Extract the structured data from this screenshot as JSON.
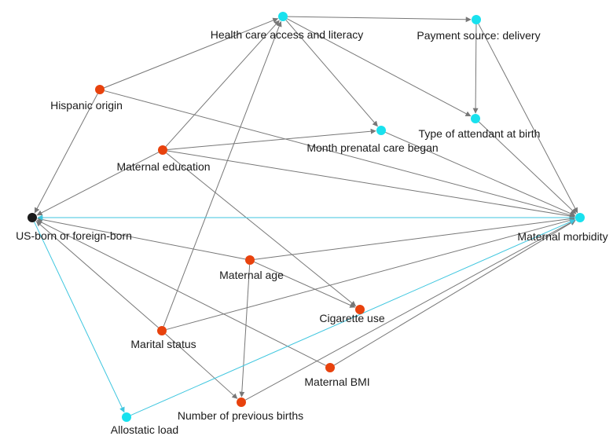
{
  "diagram": {
    "colors": {
      "exposure": "#1b1b1b",
      "ancestor": "#e8420d",
      "mediator": "#19e1ee",
      "edge_default": "#777777",
      "edge_highlight": "#3ec6df"
    },
    "nodes": [
      {
        "id": "hcal",
        "label": "Health care access and literacy",
        "kind": "mediator"
      },
      {
        "id": "pay",
        "label": "Payment source: delivery",
        "kind": "mediator"
      },
      {
        "id": "hisp",
        "label": "Hispanic origin",
        "kind": "ancestor"
      },
      {
        "id": "toa",
        "label": "Type of attendant at birth",
        "kind": "mediator"
      },
      {
        "id": "mpc",
        "label": "Month prenatal care began",
        "kind": "mediator"
      },
      {
        "id": "medu",
        "label": "Maternal education",
        "kind": "ancestor"
      },
      {
        "id": "usb",
        "label": "US-born or foreign-born",
        "kind": "exposure"
      },
      {
        "id": "mm",
        "label": "Maternal morbidity",
        "kind": "mediator"
      },
      {
        "id": "mage",
        "label": "Maternal age",
        "kind": "ancestor"
      },
      {
        "id": "cig",
        "label": "Cigarette use",
        "kind": "ancestor"
      },
      {
        "id": "mar",
        "label": "Marital status",
        "kind": "ancestor"
      },
      {
        "id": "bmi",
        "label": "Maternal BMI",
        "kind": "ancestor"
      },
      {
        "id": "npb",
        "label": "Number of previous births",
        "kind": "ancestor"
      },
      {
        "id": "allo",
        "label": "Allostatic load",
        "kind": "mediator"
      }
    ],
    "edges": [
      {
        "from": "hcal",
        "to": "pay",
        "style": "gray"
      },
      {
        "from": "hcal",
        "to": "toa",
        "style": "gray"
      },
      {
        "from": "hcal",
        "to": "mpc",
        "style": "gray"
      },
      {
        "from": "pay",
        "to": "toa",
        "style": "gray"
      },
      {
        "from": "pay",
        "to": "mm",
        "style": "gray"
      },
      {
        "from": "toa",
        "to": "mm",
        "style": "gray"
      },
      {
        "from": "mpc",
        "to": "mm",
        "style": "gray"
      },
      {
        "from": "hisp",
        "to": "hcal",
        "style": "gray"
      },
      {
        "from": "hisp",
        "to": "usb",
        "style": "gray"
      },
      {
        "from": "hisp",
        "to": "mm",
        "style": "gray"
      },
      {
        "from": "medu",
        "to": "hcal",
        "style": "gray"
      },
      {
        "from": "medu",
        "to": "mpc",
        "style": "gray"
      },
      {
        "from": "medu",
        "to": "usb",
        "style": "gray"
      },
      {
        "from": "medu",
        "to": "mm",
        "style": "gray"
      },
      {
        "from": "medu",
        "to": "cig",
        "style": "gray"
      },
      {
        "from": "mage",
        "to": "usb",
        "style": "gray"
      },
      {
        "from": "mage",
        "to": "mm",
        "style": "gray"
      },
      {
        "from": "mage",
        "to": "cig",
        "style": "gray"
      },
      {
        "from": "mage",
        "to": "npb",
        "style": "gray"
      },
      {
        "from": "mar",
        "to": "usb",
        "style": "gray"
      },
      {
        "from": "mar",
        "to": "hcal",
        "style": "gray"
      },
      {
        "from": "mar",
        "to": "mm",
        "style": "gray"
      },
      {
        "from": "mar",
        "to": "npb",
        "style": "gray"
      },
      {
        "from": "bmi",
        "to": "usb",
        "style": "gray"
      },
      {
        "from": "bmi",
        "to": "mm",
        "style": "gray"
      },
      {
        "from": "npb",
        "to": "mm",
        "style": "gray"
      },
      {
        "from": "mm",
        "to": "usb",
        "style": "cyan"
      },
      {
        "from": "usb",
        "to": "allo",
        "style": "cyan"
      },
      {
        "from": "allo",
        "to": "mm",
        "style": "cyan"
      }
    ]
  }
}
